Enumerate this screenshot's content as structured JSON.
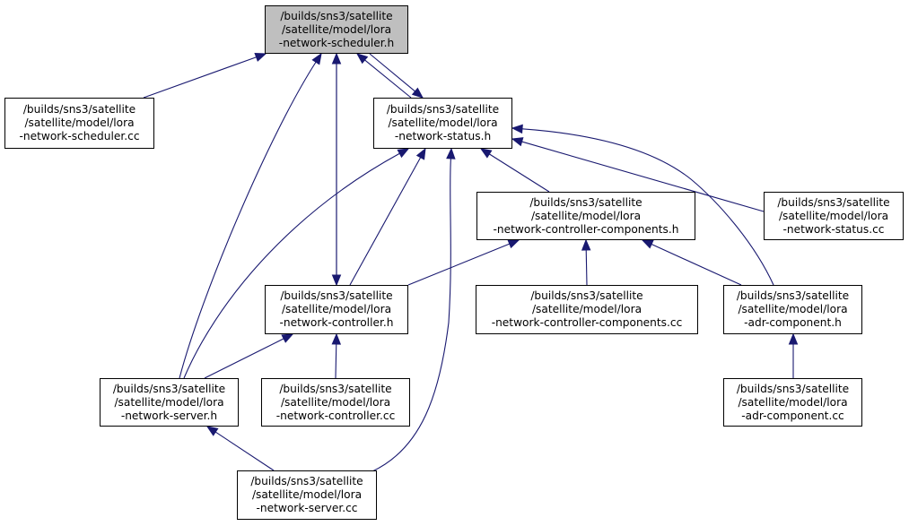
{
  "diagram": {
    "edge_color": "#191970",
    "root_fill": "#bfbfbf",
    "nodes": [
      {
        "id": "scheduler_h",
        "lines": [
          "/builds/sns3/satellite",
          "/satellite/model/lora",
          "-network-scheduler.h"
        ],
        "root": true
      },
      {
        "id": "scheduler_cc",
        "lines": [
          "/builds/sns3/satellite",
          "/satellite/model/lora",
          "-network-scheduler.cc"
        ]
      },
      {
        "id": "status_h",
        "lines": [
          "/builds/sns3/satellite",
          "/satellite/model/lora",
          "-network-status.h"
        ]
      },
      {
        "id": "ctrl_comp_h",
        "lines": [
          "/builds/sns3/satellite",
          "/satellite/model/lora",
          "-network-controller-components.h"
        ]
      },
      {
        "id": "status_cc",
        "lines": [
          "/builds/sns3/satellite",
          "/satellite/model/lora",
          "-network-status.cc"
        ]
      },
      {
        "id": "controller_h",
        "lines": [
          "/builds/sns3/satellite",
          "/satellite/model/lora",
          "-network-controller.h"
        ]
      },
      {
        "id": "ctrl_comp_cc",
        "lines": [
          "/builds/sns3/satellite",
          "/satellite/model/lora",
          "-network-controller-components.cc"
        ]
      },
      {
        "id": "adr_h",
        "lines": [
          "/builds/sns3/satellite",
          "/satellite/model/lora",
          "-adr-component.h"
        ]
      },
      {
        "id": "server_h",
        "lines": [
          "/builds/sns3/satellite",
          "/satellite/model/lora",
          "-network-server.h"
        ]
      },
      {
        "id": "controller_cc",
        "lines": [
          "/builds/sns3/satellite",
          "/satellite/model/lora",
          "-network-controller.cc"
        ]
      },
      {
        "id": "adr_cc",
        "lines": [
          "/builds/sns3/satellite",
          "/satellite/model/lora",
          "-adr-component.cc"
        ]
      },
      {
        "id": "server_cc",
        "lines": [
          "/builds/sns3/satellite",
          "/satellite/model/lora",
          "-network-server.cc"
        ]
      }
    ],
    "edges": [
      {
        "from": "scheduler_cc",
        "to": "scheduler_h"
      },
      {
        "from": "status_h",
        "to": "scheduler_h"
      },
      {
        "from": "scheduler_h",
        "to": "status_h"
      },
      {
        "from": "controller_h",
        "to": "scheduler_h"
      },
      {
        "from": "server_h",
        "to": "scheduler_h"
      },
      {
        "from": "scheduler_h",
        "to": "controller_h"
      },
      {
        "from": "ctrl_comp_h",
        "to": "status_h"
      },
      {
        "from": "status_cc",
        "to": "status_h"
      },
      {
        "from": "adr_h",
        "to": "status_h"
      },
      {
        "from": "controller_h",
        "to": "status_h"
      },
      {
        "from": "server_h",
        "to": "status_h"
      },
      {
        "from": "server_cc",
        "to": "status_h"
      },
      {
        "from": "controller_h",
        "to": "ctrl_comp_h"
      },
      {
        "from": "ctrl_comp_cc",
        "to": "ctrl_comp_h"
      },
      {
        "from": "adr_h",
        "to": "ctrl_comp_h"
      },
      {
        "from": "server_h",
        "to": "controller_h"
      },
      {
        "from": "controller_cc",
        "to": "controller_h"
      },
      {
        "from": "adr_cc",
        "to": "adr_h"
      },
      {
        "from": "server_cc",
        "to": "server_h"
      }
    ]
  }
}
